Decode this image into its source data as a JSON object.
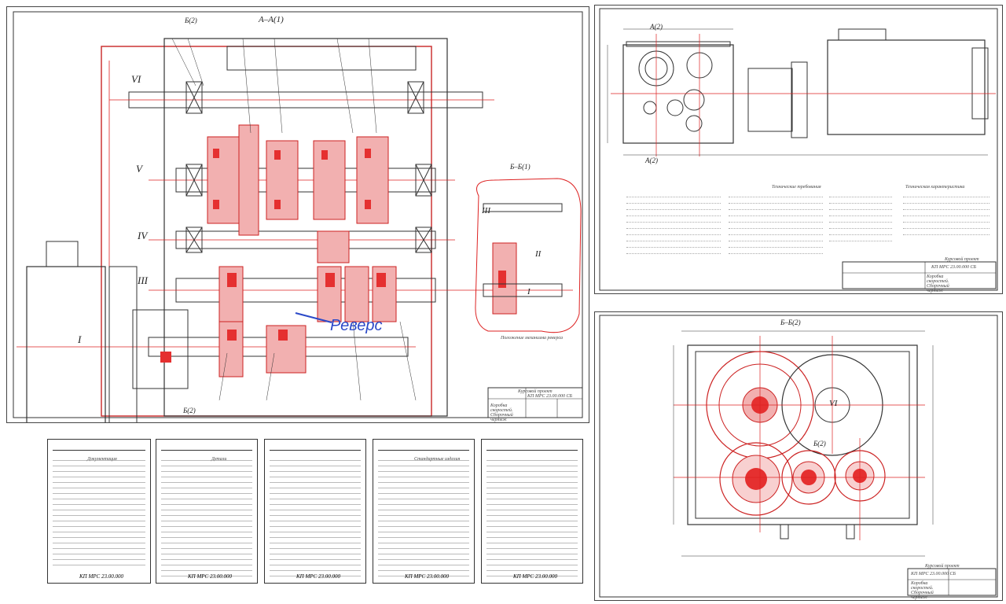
{
  "main_sheet": {
    "section_title": "А–А(1)",
    "section_b_top": "Б(2)",
    "section_b_bottom": "Б(2)",
    "shaft_labels": [
      "VI",
      "V",
      "IV",
      "III",
      "I"
    ],
    "reverse_label": "Реверс",
    "detail_title": "Б–Б(1)",
    "detail_shafts": [
      "III",
      "II",
      "I"
    ],
    "detail_caption": "Положение механизма реверса",
    "title_block": {
      "project": "Курсовой проект",
      "code": "КП МРС 23.00.000 СБ",
      "name": "Коробка скоростей. Сборочный чертеж"
    }
  },
  "right_top_sheet": {
    "view_label_top": "А(2)",
    "view_label_bottom": "А(2)",
    "notes_heading_1": "Технические требования",
    "notes_heading_2": "Техническая характеристика",
    "title_block": {
      "project": "Курсовой проект",
      "code": "КП МРС 23.00.000 СБ",
      "name": "Коробка скоростей. Сборочный чертеж"
    }
  },
  "right_bottom_sheet": {
    "section_title": "Б–Б(2)",
    "shaft_label": "VI",
    "detail_label": "Б(2)",
    "title_block": {
      "project": "Курсовой проект",
      "code": "КП МРС 23.00.000 СБ",
      "name": "Коробка скоростей. Сборочный чертеж"
    }
  },
  "spec_sheets": [
    {
      "code": "КП МРС 23.00.000",
      "section": "Документация"
    },
    {
      "code": "КП МРС 23.00.000",
      "section": "Детали"
    },
    {
      "code": "КП МРС 23.00.000",
      "section": ""
    },
    {
      "code": "КП МРС 23.00.000",
      "section": "Стандартные изделия"
    },
    {
      "code": "КП МРС 23.00.000",
      "section": ""
    }
  ]
}
